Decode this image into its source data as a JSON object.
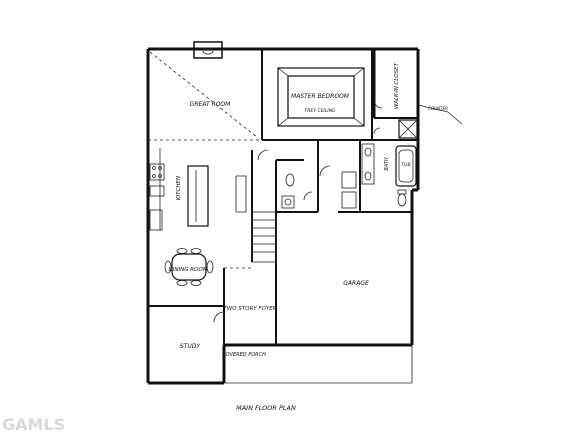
{
  "plan": {
    "title": "MAIN FLOOR PLAN",
    "rooms": {
      "great_room": "GREAT ROOM",
      "master_bedroom": "MASTER BEDROOM",
      "trey_ceiling": "TREY CEILING",
      "walk_in_closet": "WALK-IN CLOSET",
      "kitchen": "KITCHEN",
      "bath": "BATH",
      "tub": "TUB",
      "garage": "GARAGE",
      "dining_room": "DINING ROOM",
      "two_story_foyer": "TWO STORY FOYER",
      "study": "STUDY",
      "covered_porch": "COVERED PORCH",
      "counter": "COUNTER"
    },
    "watermark": "GAMLS"
  }
}
